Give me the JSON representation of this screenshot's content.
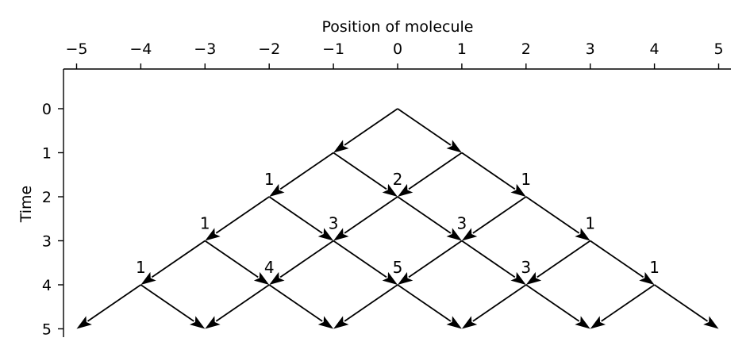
{
  "diagram": {
    "top_axis_label": "Position of molecule",
    "left_axis_label": "Time",
    "x_ticks": [
      -5,
      -4,
      -3,
      -2,
      -1,
      0,
      1,
      2,
      3,
      4,
      5
    ],
    "x_tick_labels": [
      "−5",
      "−4",
      "−3",
      "−2",
      "−1",
      "0",
      "1",
      "2",
      "3",
      "4",
      "5"
    ],
    "y_ticks": [
      0,
      1,
      2,
      3,
      4,
      5
    ],
    "y_tick_labels": [
      "0",
      "1",
      "2",
      "3",
      "4",
      "5"
    ],
    "start_node": {
      "position": 0,
      "time": 0
    },
    "max_time": 5,
    "path_counts": [
      {
        "position": -2,
        "time": 2,
        "label": "1"
      },
      {
        "position": 0,
        "time": 2,
        "label": "2"
      },
      {
        "position": 2,
        "time": 2,
        "label": "1"
      },
      {
        "position": -3,
        "time": 3,
        "label": "1"
      },
      {
        "position": -1,
        "time": 3,
        "label": "3"
      },
      {
        "position": 1,
        "time": 3,
        "label": "3"
      },
      {
        "position": 3,
        "time": 3,
        "label": "1"
      },
      {
        "position": -4,
        "time": 4,
        "label": "1"
      },
      {
        "position": -2,
        "time": 4,
        "label": "4"
      },
      {
        "position": 0,
        "time": 4,
        "label": "5"
      },
      {
        "position": 2,
        "time": 4,
        "label": "3"
      },
      {
        "position": 4,
        "time": 4,
        "label": "1"
      }
    ]
  }
}
